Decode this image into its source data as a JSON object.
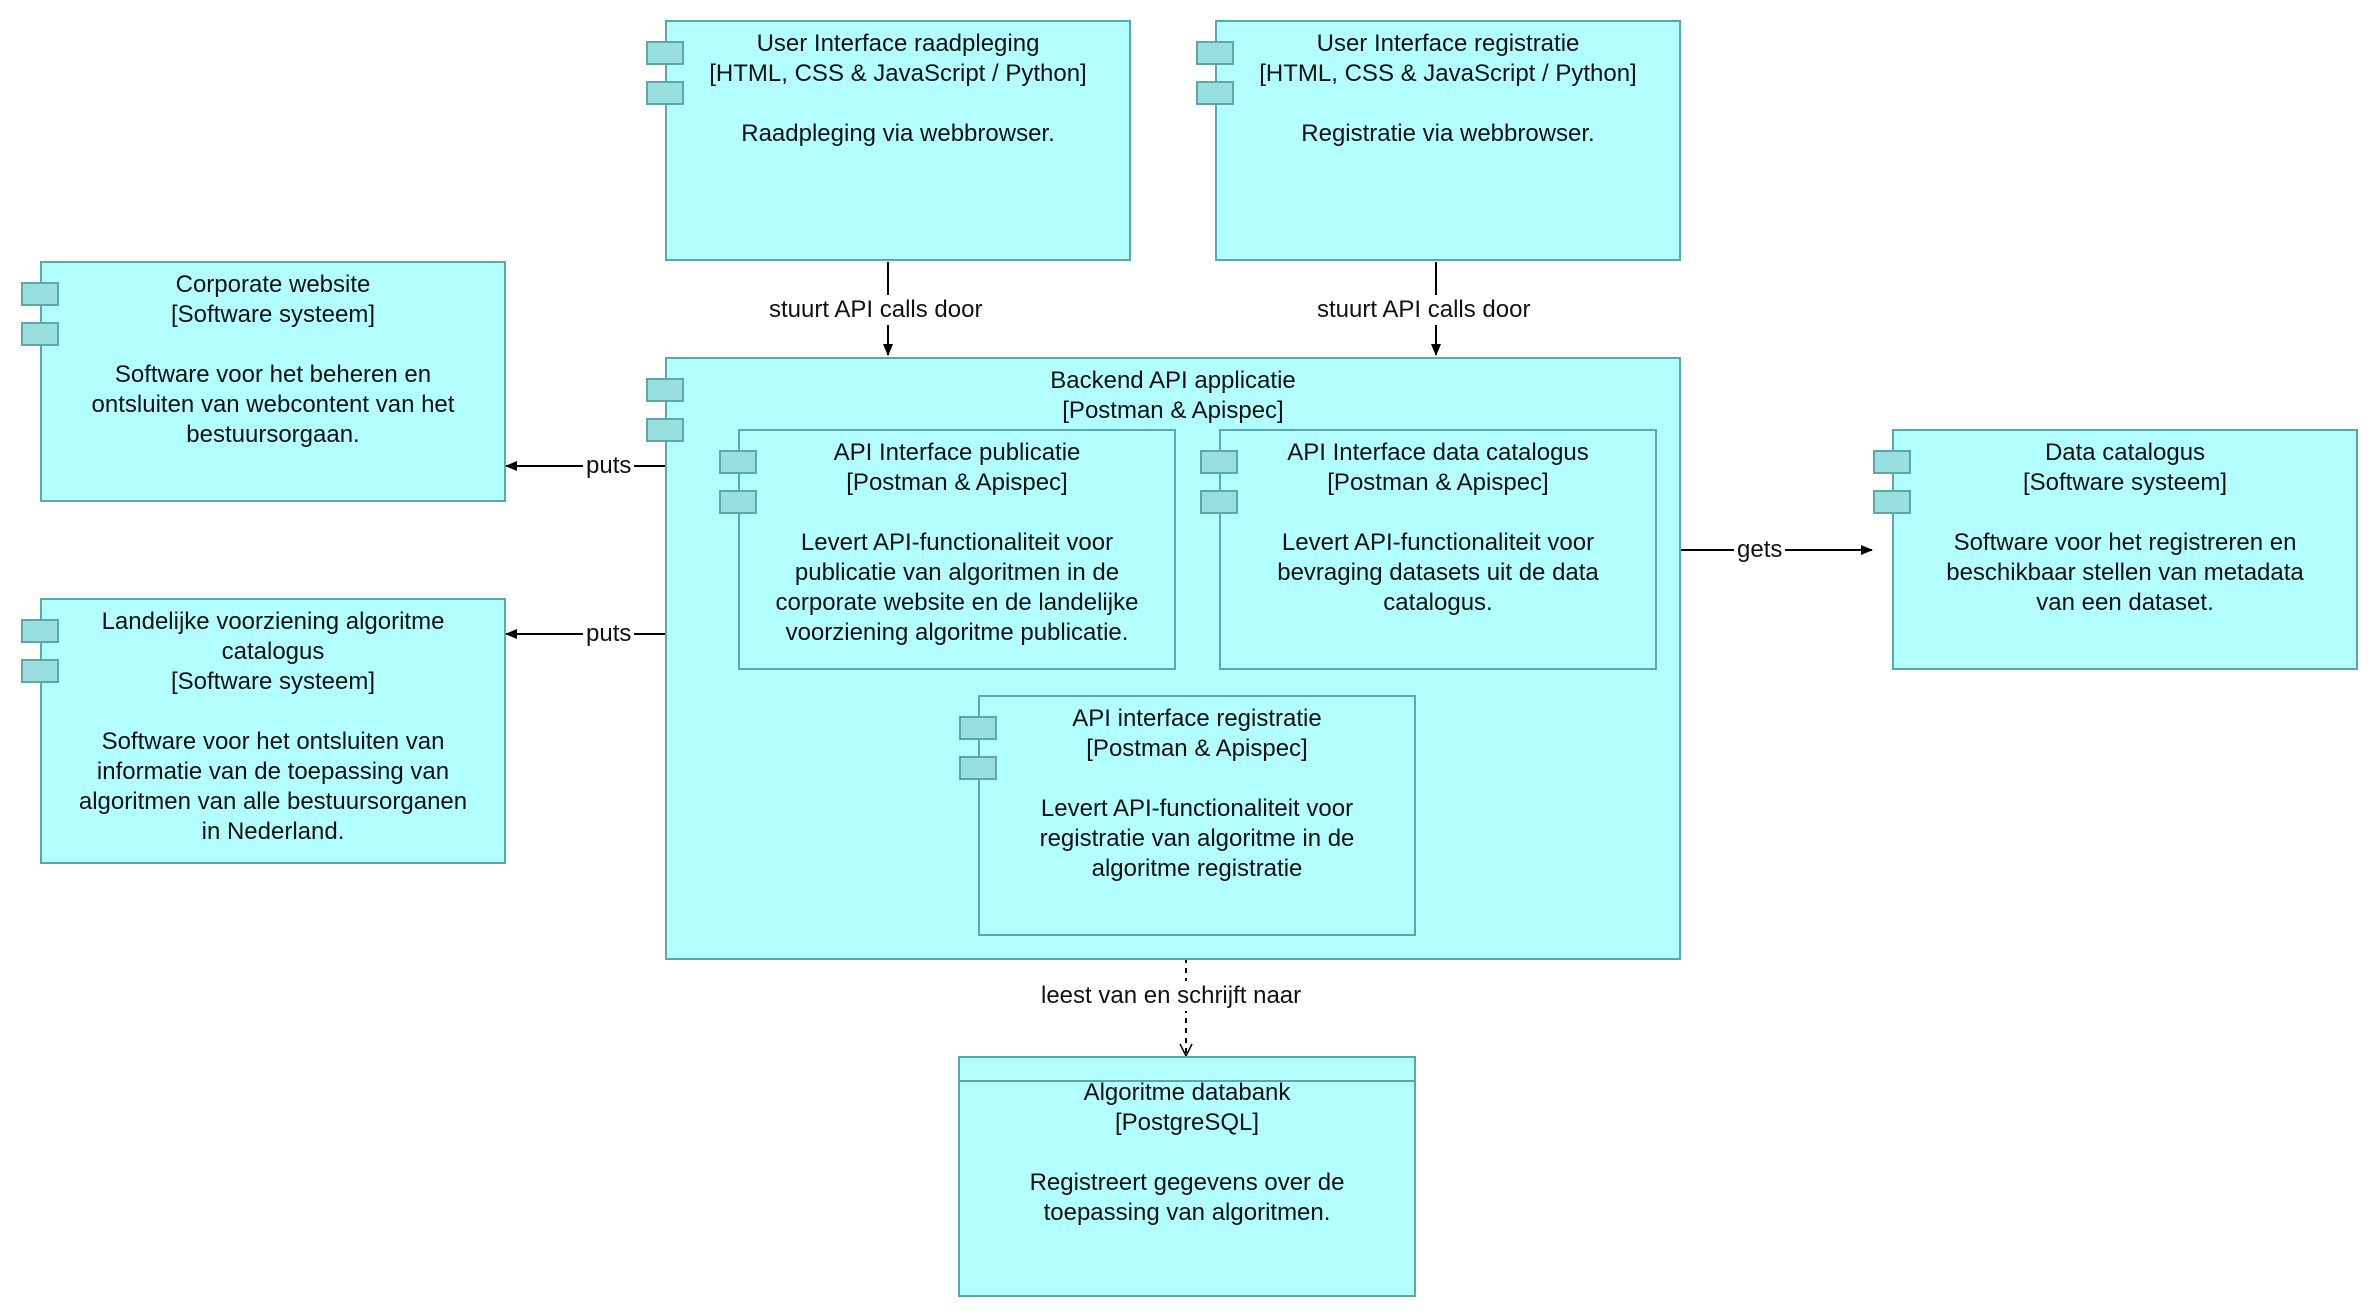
{
  "nodes": {
    "ui_raadpleging": {
      "title": "User Interface raadpleging",
      "tech": "[HTML, CSS & JavaScript / Python]",
      "desc": "Raadpleging via webbrowser."
    },
    "ui_registratie": {
      "title": "User Interface registratie",
      "tech": "[HTML, CSS & JavaScript / Python]",
      "desc": "Registratie via webbrowser."
    },
    "corporate": {
      "title": "Corporate website",
      "tech": "[Software systeem]",
      "desc": "Software voor het beheren en\nontsluiten van webcontent van het\nbestuursorgaan."
    },
    "landelijke": {
      "title": "Landelijke voorziening algoritme\ncatalogus",
      "tech": "[Software systeem]",
      "desc": "Software voor het ontsluiten van\ninformatie van de toepassing van\nalgoritmen van alle bestuursorganen\nin Nederland."
    },
    "backend": {
      "title": "Backend API applicatie",
      "tech": "[Postman & Apispec]"
    },
    "api_publicatie": {
      "title": "API Interface publicatie",
      "tech": "[Postman & Apispec]",
      "desc": "Levert API-functionaliteit voor\npublicatie van algoritmen in de\ncorporate website en de landelijke\nvoorziening algoritme publicatie."
    },
    "api_datacatalogus": {
      "title": "API Interface data catalogus",
      "tech": "[Postman & Apispec]",
      "desc": "Levert API-functionaliteit voor\nbevraging datasets uit de data\ncatalogus."
    },
    "api_registratie": {
      "title": "API interface registratie",
      "tech": "[Postman & Apispec]",
      "desc": "Levert API-functionaliteit voor\nregistratie van algoritme in de\nalgoritme registratie"
    },
    "datacatalogus": {
      "title": "Data catalogus",
      "tech": "[Software systeem]",
      "desc": "Software voor het registreren en\nbeschikbaar stellen van metadata\nvan een dataset."
    },
    "databank": {
      "title": "Algoritme databank",
      "tech": "[PostgreSQL]",
      "desc": "Registreert gegevens over de\ntoepassing van algoritmen."
    }
  },
  "edges": {
    "raadpleging_backend": "stuurt API calls door",
    "registratie_backend": "stuurt API calls door",
    "puts_corporate": "puts",
    "puts_landelijke": "puts",
    "gets_datacatalogus": "gets",
    "registratie_databank": "leest van en schrijft naar"
  },
  "colors": {
    "node_fill": "#b3ffff",
    "node_border": "#5aa8a8",
    "tab_fill": "#9adfdf",
    "edge": "#000000"
  }
}
